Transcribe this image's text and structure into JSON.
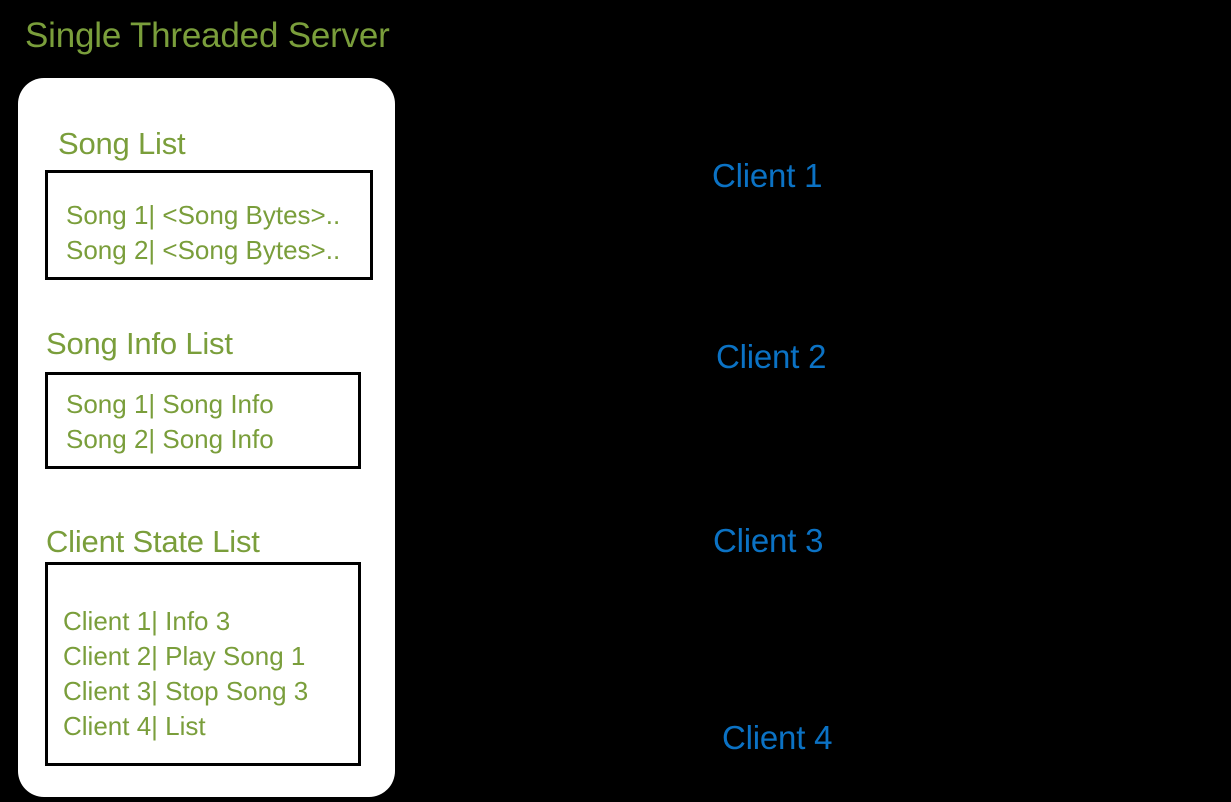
{
  "colors": {
    "background": "#000000",
    "panel": "#ffffff",
    "green_text": "#7a9e3b",
    "blue_text": "#0b72c4",
    "box_border": "#000000"
  },
  "server": {
    "title": "Single Threaded Server",
    "sections": [
      {
        "heading": "Song List",
        "rows": [
          "Song 1| <Song Bytes>..",
          "Song 2| <Song Bytes>.."
        ]
      },
      {
        "heading": "Song Info List",
        "rows": [
          "Song 1| Song Info",
          "Song 2| Song Info"
        ]
      },
      {
        "heading": "Client State List",
        "rows": [
          "Client 1| Info 3",
          "Client 2| Play Song 1",
          "Client 3| Stop Song 3",
          "Client 4| List"
        ]
      }
    ]
  },
  "clients": [
    {
      "label": "Client 1"
    },
    {
      "label": "Client 2"
    },
    {
      "label": "Client 3"
    },
    {
      "label": "Client 4"
    }
  ]
}
